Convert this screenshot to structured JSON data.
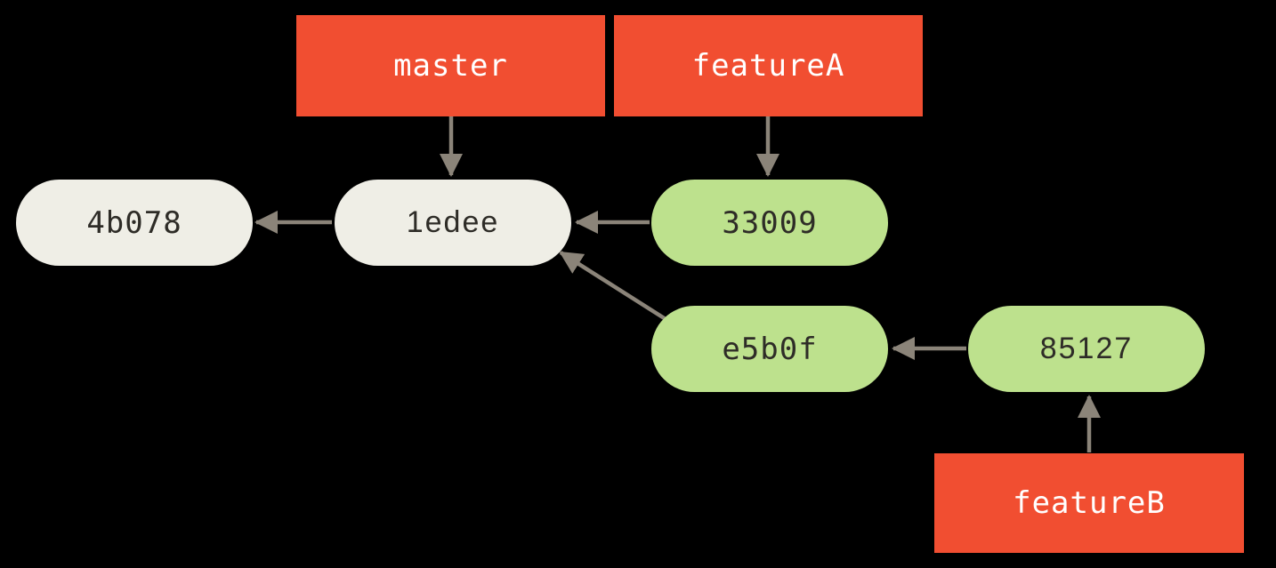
{
  "diagram": {
    "title": "git commit history with branches master, featureA and featureB",
    "background_color": "#000000",
    "arrow_color": "#8B8479",
    "branch_box_color": "#F14E31",
    "branch_text_color": "#FFFFFF",
    "commit_master_line_color": "#EFEEE6",
    "commit_feature_line_color": "#BDE18D",
    "commit_text_color": "#2E2C27",
    "branches": [
      {
        "id": "master",
        "label": "master"
      },
      {
        "id": "featureA",
        "label": "featureA"
      },
      {
        "id": "featureB",
        "label": "featureB"
      }
    ],
    "commits": [
      {
        "id": "4b078",
        "label": "4b078",
        "line": "master"
      },
      {
        "id": "1edee",
        "label": "1edee",
        "line": "master"
      },
      {
        "id": "33009",
        "label": "33009",
        "line": "feature"
      },
      {
        "id": "e5b0f",
        "label": "e5b0f",
        "line": "feature"
      },
      {
        "id": "85127",
        "label": "85127",
        "line": "feature"
      }
    ],
    "edges": [
      {
        "from": "master",
        "to": "1edee",
        "type": "branch-pointer"
      },
      {
        "from": "featureA",
        "to": "33009",
        "type": "branch-pointer"
      },
      {
        "from": "featureB",
        "to": "85127",
        "type": "branch-pointer"
      },
      {
        "from": "1edee",
        "to": "4b078",
        "type": "parent"
      },
      {
        "from": "33009",
        "to": "1edee",
        "type": "parent"
      },
      {
        "from": "e5b0f",
        "to": "1edee",
        "type": "parent"
      },
      {
        "from": "85127",
        "to": "e5b0f",
        "type": "parent"
      }
    ]
  }
}
